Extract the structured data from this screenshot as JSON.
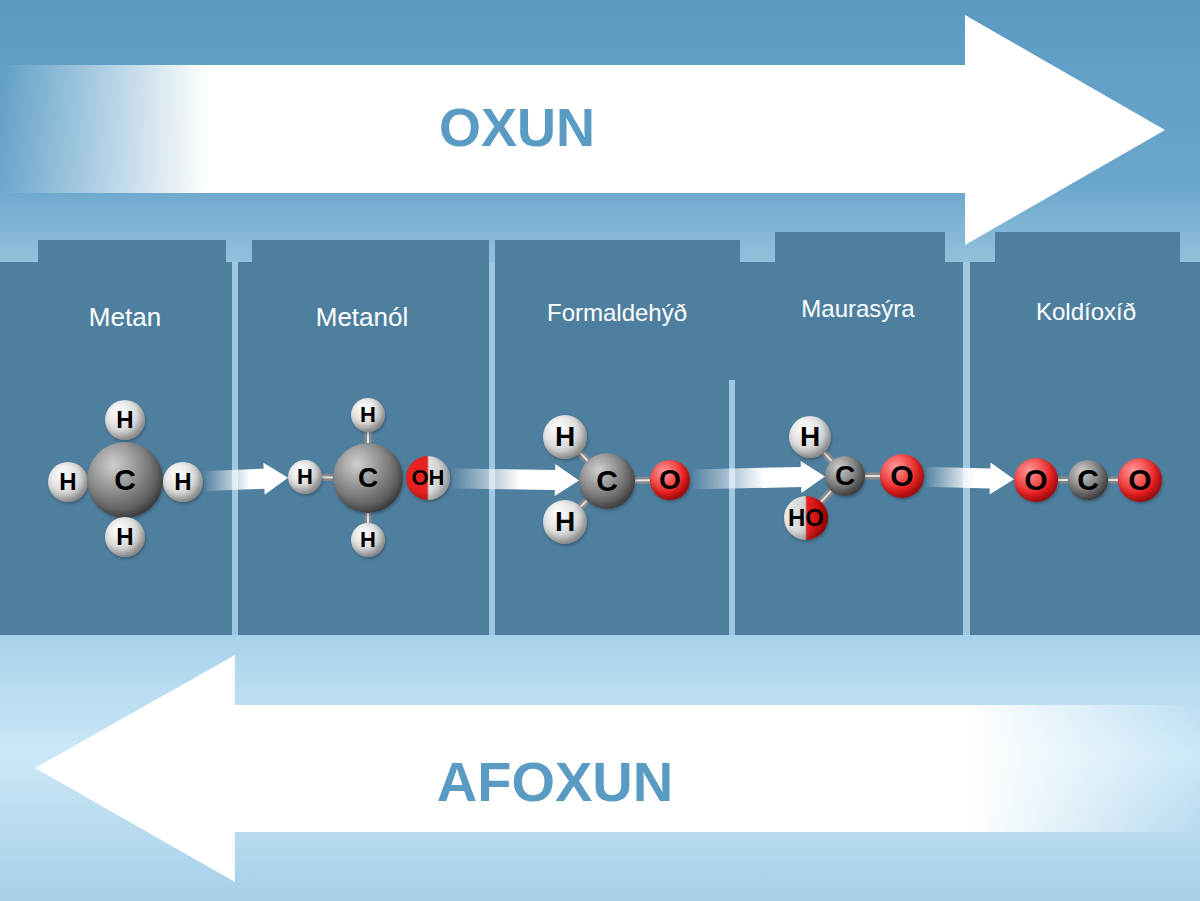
{
  "diagram": {
    "nodes": [
      {
        "text": [
          "OXUN"
        ]
      },
      {
        "text": [
          "Metan"
        ]
      },
      {
        "text": [
          "H"
        ],
        "in": 1
      },
      {
        "text": [
          "H"
        ],
        "in": 1
      },
      {
        "text": [
          "C"
        ],
        "in": 1
      },
      {
        "text": [
          "H"
        ],
        "in": 1
      },
      {
        "text": [
          "H"
        ],
        "in": 1
      },
      {
        "text": [
          "Metanól"
        ]
      },
      {
        "text": [
          "H"
        ],
        "in": 7
      },
      {
        "text": [
          "H"
        ],
        "in": 7
      },
      {
        "text": [
          "C"
        ],
        "in": 7
      },
      {
        "text": [
          "OH"
        ],
        "in": 7
      },
      {
        "text": [
          "H"
        ],
        "in": 7
      },
      {
        "text": [
          "Formaldehýð"
        ]
      },
      {
        "text": [
          "H"
        ],
        "in": 13
      },
      {
        "text": [
          "C"
        ],
        "in": 13
      },
      {
        "text": [
          "O"
        ],
        "in": 13
      },
      {
        "text": [
          "H"
        ],
        "in": 13
      },
      {
        "text": [
          "Maurasýra"
        ]
      },
      {
        "text": [
          "H"
        ],
        "in": 18
      },
      {
        "text": [
          "C"
        ],
        "in": 18
      },
      {
        "text": [
          "O"
        ],
        "in": 18
      },
      {
        "text": [
          "HO"
        ],
        "in": 18
      },
      {
        "text": [
          "Koldíoxíð"
        ]
      },
      {
        "text": [
          "O"
        ],
        "in": 23
      },
      {
        "text": [
          "C"
        ],
        "in": 23
      },
      {
        "text": [
          "O"
        ],
        "in": 23
      },
      {
        "text": [
          "AFOXUN"
        ]
      }
    ],
    "edges": [
      {
        "from": 5,
        "to": 9,
        "arrow": "to"
      },
      {
        "from": 11,
        "to": 15,
        "arrow": "to"
      },
      {
        "from": 16,
        "to": 20,
        "arrow": "to"
      },
      {
        "from": 21,
        "to": 24,
        "arrow": "to"
      },
      {
        "from": 8,
        "to": 10,
        "arrow": "none"
      },
      {
        "from": 9,
        "to": 10,
        "arrow": "none"
      },
      {
        "from": 10,
        "to": 12,
        "arrow": "none"
      },
      {
        "from": 14,
        "to": 15,
        "arrow": "none"
      },
      {
        "from": 15,
        "to": 16,
        "arrow": "none"
      },
      {
        "from": 15,
        "to": 17,
        "arrow": "none"
      },
      {
        "from": 19,
        "to": 20,
        "arrow": "none"
      },
      {
        "from": 20,
        "to": 21,
        "arrow": "none"
      },
      {
        "from": 22,
        "to": 20,
        "arrow": "none"
      },
      {
        "from": 24,
        "to": 25,
        "arrow": "none"
      },
      {
        "from": 25,
        "to": 26,
        "arrow": "none"
      }
    ]
  }
}
